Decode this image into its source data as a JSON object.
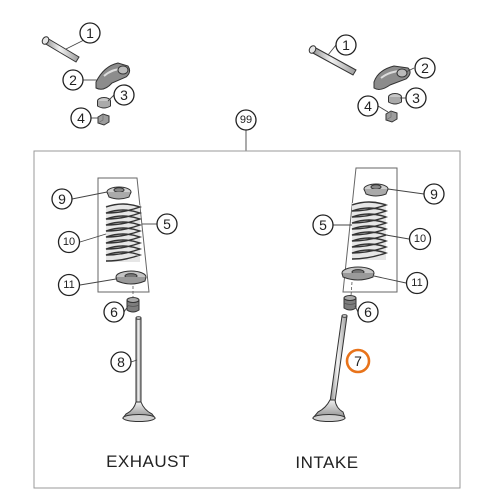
{
  "assembly": {
    "group_number": "99",
    "section_labels": {
      "exhaust": "EXHAUST",
      "intake": "INTAKE"
    }
  },
  "callouts": {
    "c1": "1",
    "c2": "2",
    "c3": "3",
    "c4": "4",
    "c5": "5",
    "c6": "6",
    "c7": "7",
    "c8": "8",
    "c9": "9",
    "c10": "10",
    "c11": "11"
  },
  "colors": {
    "highlight": "#e8731a",
    "line": "#333333",
    "frame": "#999999",
    "part_fill": "#d9d9d9"
  }
}
